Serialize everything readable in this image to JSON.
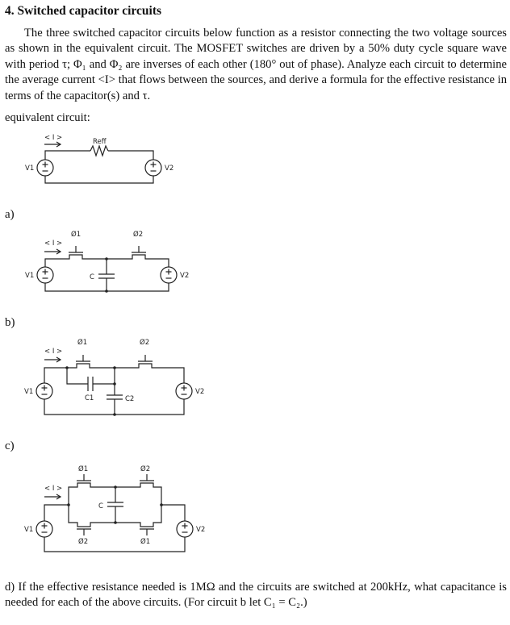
{
  "heading": "4. Switched capacitor circuits",
  "intro": "The three switched capacitor circuits below function as a resistor connecting the two voltage sources as shown in the equivalent circuit. The MOSFET switches are driven by a 50% duty cycle square wave with period τ; Φ₁ and Φ₂ are inverses of each other (180° out of phase). Analyze each circuit to determine the average current <I> that flows between the sources, and derive a formula for the effective resistance in terms of the capacitor(s) and τ.",
  "equivalent_label": "equivalent circuit:",
  "parts": {
    "a": "a)",
    "b": "b)",
    "c": "c)"
  },
  "part_d": "d) If the effective resistance needed is 1MΩ and the circuits are switched at 200kHz, what capacitance is needed for each of the above circuits. (For circuit b let C₁ = C₂.)",
  "circuit_labels": {
    "current": "< I >",
    "v1": "V1",
    "v2": "V2",
    "reff": "Reff",
    "phi1": "Ø1",
    "phi2": "Ø2",
    "c": "C",
    "c1": "C1",
    "c2": "C2"
  }
}
